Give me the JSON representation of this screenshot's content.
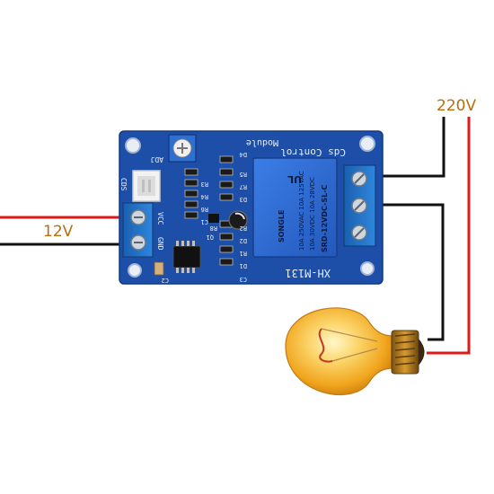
{
  "labels": {
    "supply_voltage": "12V",
    "mains_voltage": "220V"
  },
  "board": {
    "model": "XH-M131",
    "title_line1": "Cds Control",
    "title_line2": "Module",
    "adj": "ADJ",
    "cds": "CDS",
    "vcc": "VCC",
    "gnd": "GND",
    "d4": "D4",
    "r5": "R5",
    "r3": "R3",
    "r7": "R7",
    "r4": "R4",
    "d3": "D3",
    "r6": "R6",
    "c1": "C1",
    "q1": "Q1",
    "r8": "R8",
    "r2": "R2",
    "d2": "D2",
    "r1": "R1",
    "d1": "D1",
    "c2": "C2",
    "c3": "C3"
  },
  "relay": {
    "model": "SRD-12VDC-SL-C",
    "rating1": "10A 250VAC 10A 125VAC",
    "rating2": "10A 30VDC 10A 28VDC",
    "mark": "UL",
    "brand": "SONGLE"
  },
  "colors": {
    "wire_positive": "#e01818",
    "wire_negative": "#111111",
    "pcb": "#1d4fa8",
    "terminal": "#1f6fc4",
    "relay": "#2f6fd8",
    "label": "#b46f10",
    "bulb": "#f6b62a"
  },
  "icons": [
    "screw-terminal-icon",
    "potentiometer-icon",
    "relay-icon",
    "light-bulb-icon"
  ]
}
